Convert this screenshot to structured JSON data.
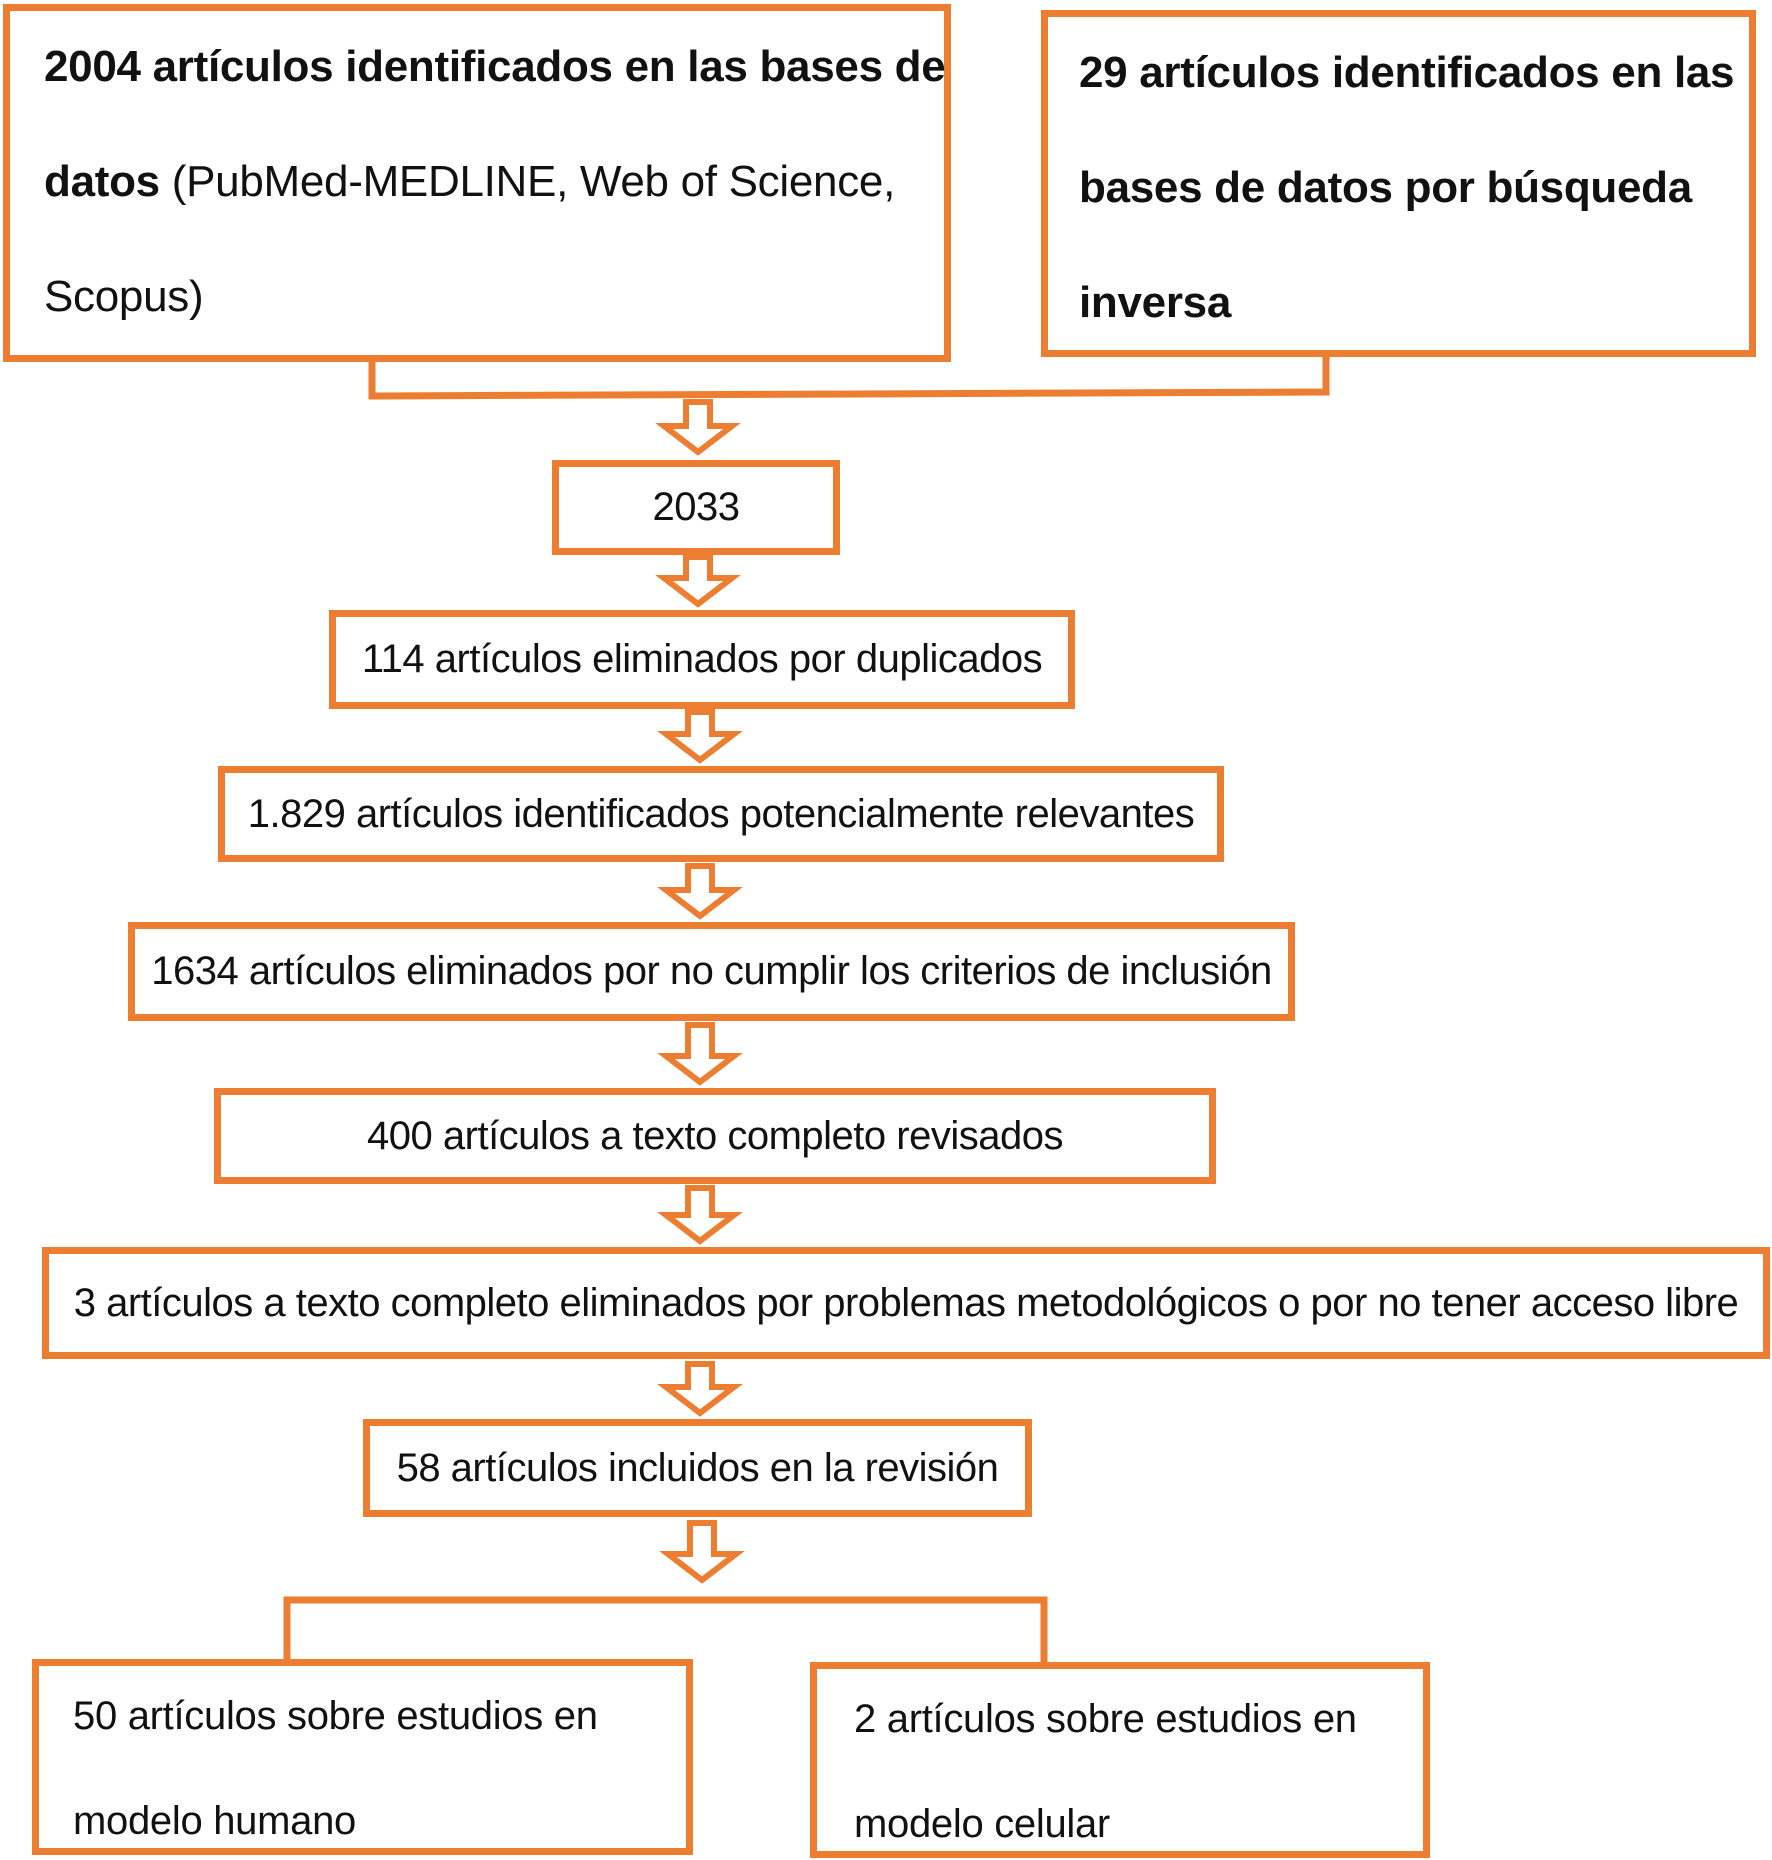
{
  "diagram": {
    "colors": {
      "border": "#ED7D31",
      "arrow": "#ED7D31",
      "text": "#111111"
    },
    "source_a": {
      "bold_part": "2004 artículos identificados en las bases de datos",
      "line1_bold": "2004 artículos identificados en las bases de",
      "line2_bold": "datos",
      "line2_rest": " (PubMed-MEDLINE, Web of Science,",
      "line3": "Scopus)"
    },
    "source_b": {
      "line1": "29 artículos identificados en las",
      "line2": "bases de datos por búsqueda",
      "line3": "inversa"
    },
    "steps": [
      {
        "label": "2033"
      },
      {
        "label": "114 artículos eliminados por duplicados"
      },
      {
        "label": "1.829 artículos identificados potencialmente relevantes"
      },
      {
        "label": "1634 artículos eliminados por no cumplir los criterios de inclusión"
      },
      {
        "label": "400 artículos a texto completo revisados"
      },
      {
        "label": "3 artículos a texto completo eliminados por problemas metodológicos o por no tener acceso libre"
      },
      {
        "label": "58 artículos incluidos en la revisión"
      }
    ],
    "outcome_left": {
      "line1": "50 artículos sobre estudios en",
      "line2": "modelo humano"
    },
    "outcome_right": {
      "line1": "2 artículos sobre estudios en",
      "line2": "modelo celular"
    }
  }
}
